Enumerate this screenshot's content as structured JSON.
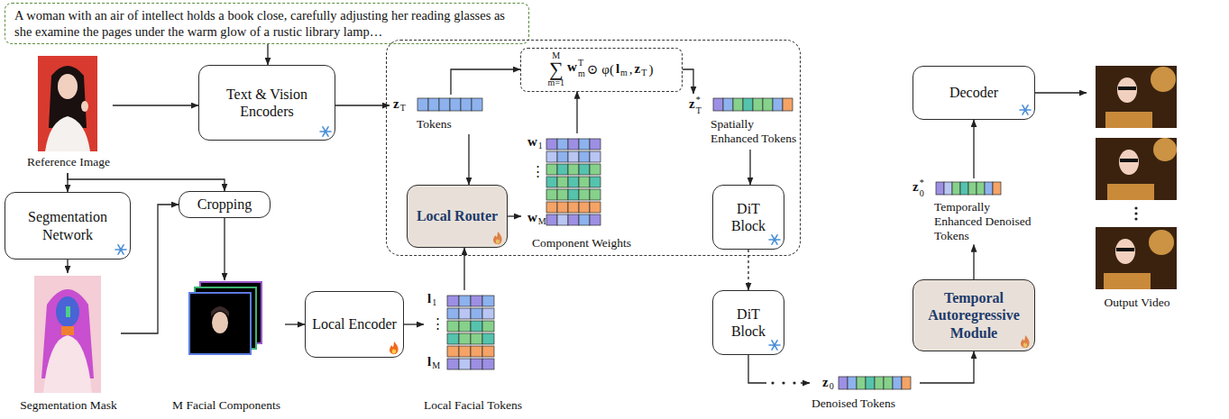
{
  "diagram": {
    "nodes": [
      {
        "text": [
          "A woman with an air of intellect holds a book close, carefully adjusting her reading glasses as she examine the pages under the warm glow of a rustic library lamp…"
        ]
      },
      {
        "text": [
          "Reference Image"
        ]
      },
      {
        "text": [
          "Text & Vision Encoders"
        ]
      },
      {
        "text": []
      },
      {
        "text": [
          "z",
          "T",
          "Tokens"
        ],
        "in": 3
      },
      {
        "text": [
          "∑",
          "M",
          "m=1",
          "w",
          "T",
          "m",
          "⊙",
          "φ(",
          "l",
          "m",
          ",",
          "z",
          "T",
          ")"
        ],
        "in": 3
      },
      {
        "text": [
          "z",
          "*",
          "T",
          "Spatially Enhanced Tokens"
        ],
        "in": 3
      },
      {
        "text": [
          "Local Router"
        ],
        "in": 3
      },
      {
        "text": [
          "w",
          "1",
          "⋮",
          "w",
          "M",
          "Component Weights"
        ],
        "in": 3
      },
      {
        "text": [
          "DiT Block"
        ],
        "in": 3
      },
      {
        "text": [
          "Decoder"
        ]
      },
      {
        "text": [
          "Output Video"
        ]
      },
      {
        "text": [
          "Segmentation Network"
        ]
      },
      {
        "text": [
          "Cropping"
        ]
      },
      {
        "text": [
          "z",
          "*",
          "0",
          "Temporally Enhanced Denoised Tokens"
        ]
      },
      {
        "text": [
          "Segmentation Mask"
        ]
      },
      {
        "text": [
          "M Facial Components"
        ]
      },
      {
        "text": [
          "Local Encoder"
        ]
      },
      {
        "text": [
          "l",
          "1",
          "⋮",
          "l",
          "M",
          "Local Facial Tokens"
        ]
      },
      {
        "text": [
          "DiT Block"
        ]
      },
      {
        "text": [
          "Temporal Autoregressive Module"
        ]
      },
      {
        "text": [
          "z",
          "0",
          "Denoised Tokens"
        ]
      }
    ],
    "edges": [
      {
        "from": 0,
        "to": 2,
        "arrow": "to"
      },
      {
        "from": 1,
        "to": 2,
        "arrow": "to"
      },
      {
        "from": 2,
        "to": 4,
        "arrow": "to"
      },
      {
        "from": 4,
        "to": 5,
        "arrow": "to"
      },
      {
        "from": 4,
        "to": 7,
        "arrow": "to"
      },
      {
        "from": 8,
        "to": 5,
        "arrow": "to"
      },
      {
        "from": 5,
        "to": 6,
        "arrow": "to"
      },
      {
        "from": 7,
        "to": 8,
        "arrow": "to"
      },
      {
        "from": 6,
        "to": 9,
        "arrow": "to"
      },
      {
        "from": 9,
        "to": 19,
        "arrow": "to"
      },
      {
        "from": 19,
        "to": 21,
        "arrow": "to"
      },
      {
        "from": 21,
        "to": 20,
        "arrow": "to"
      },
      {
        "from": 20,
        "to": 14,
        "arrow": "to"
      },
      {
        "from": 14,
        "to": 10,
        "arrow": "to"
      },
      {
        "from": 10,
        "to": 11,
        "arrow": "to"
      },
      {
        "from": 1,
        "to": 12,
        "arrow": "to"
      },
      {
        "from": 1,
        "to": 13,
        "arrow": "to"
      },
      {
        "from": 12,
        "to": 15,
        "arrow": "to"
      },
      {
        "from": 15,
        "to": 13,
        "arrow": "to"
      },
      {
        "from": 13,
        "to": 16,
        "arrow": "to"
      },
      {
        "from": 16,
        "to": 17,
        "arrow": "to"
      },
      {
        "from": 17,
        "to": 18,
        "arrow": "to"
      },
      {
        "from": 18,
        "to": 7,
        "arrow": "to"
      }
    ]
  }
}
